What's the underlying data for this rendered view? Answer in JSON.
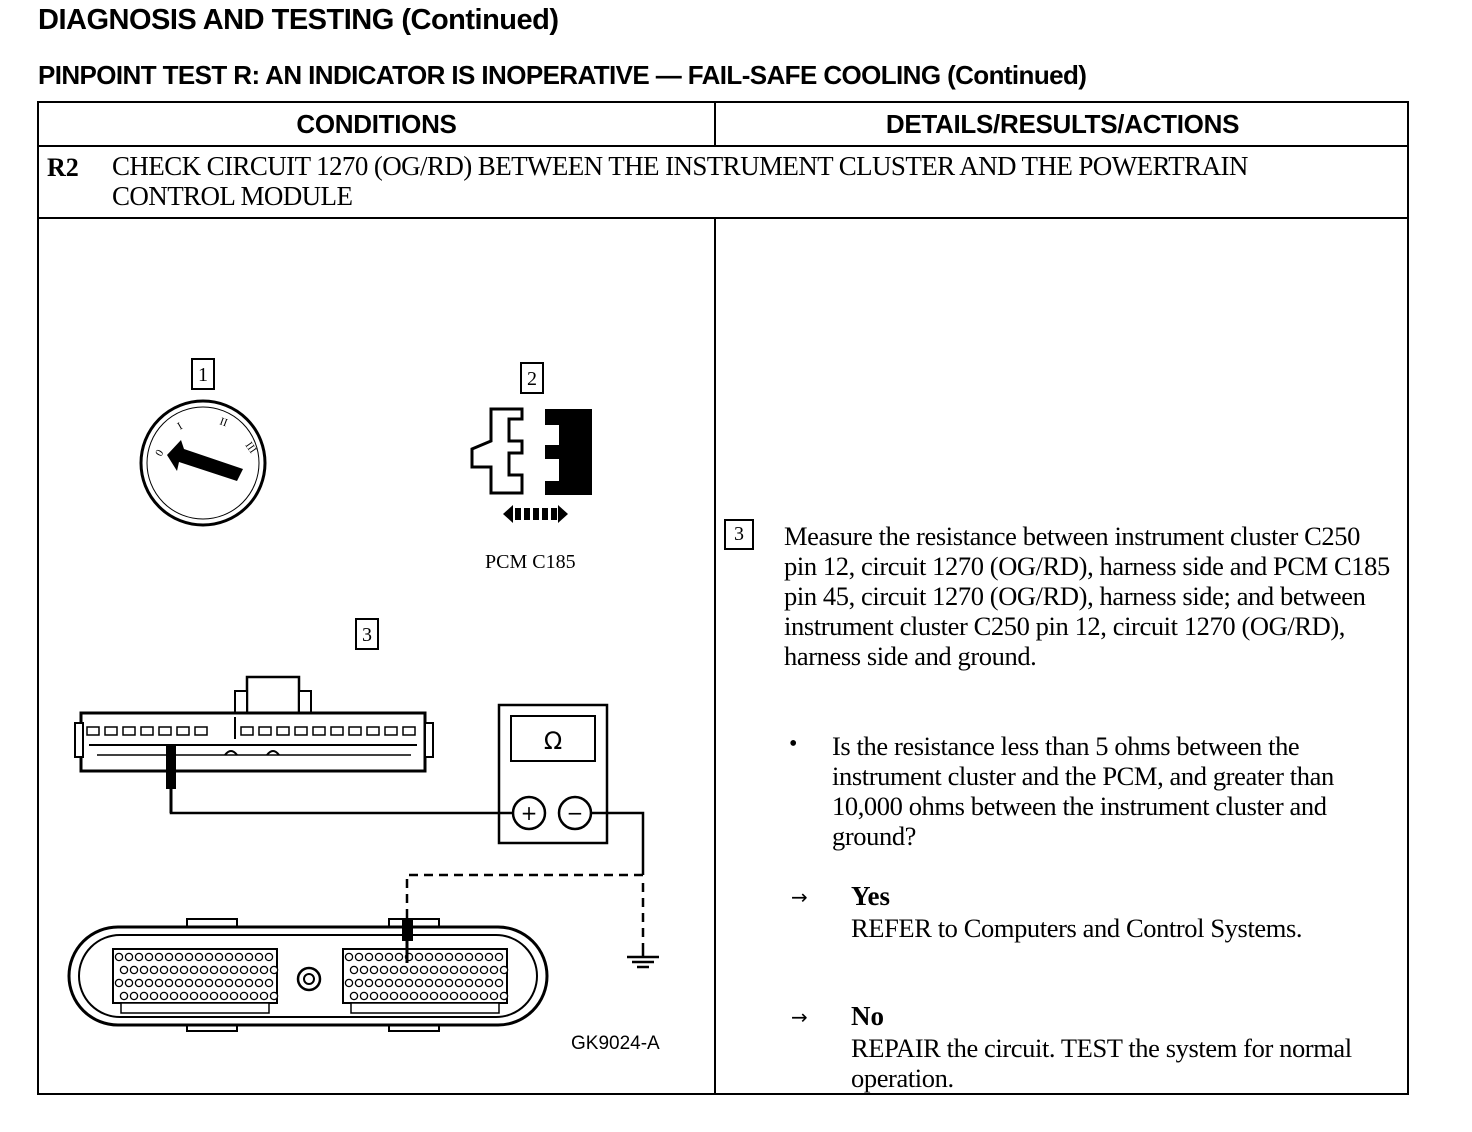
{
  "header": {
    "section_title": "DIAGNOSIS AND TESTING (Continued)",
    "test_title": "PINPOINT TEST R:  AN INDICATOR IS INOPERATIVE — FAIL-SAFE COOLING (Continued)"
  },
  "table": {
    "col_conditions": "CONDITIONS",
    "col_details": "DETAILS/RESULTS/ACTIONS"
  },
  "step": {
    "id": "R2",
    "title": "CHECK CIRCUIT 1270 (OG/RD) BETWEEN THE INSTRUMENT CLUSTER AND THE POWERTRAIN CONTROL MODULE"
  },
  "figure": {
    "callouts": [
      "1",
      "2",
      "3"
    ],
    "ignition_marks": [
      "0",
      "I",
      "II",
      "III"
    ],
    "connector_label": "PCM C185",
    "meter_symbol": "Ω",
    "plus": "+",
    "minus": "−",
    "figure_id": "GK9024-A",
    "icons": [
      "ignition-key-off-icon",
      "disconnect-connector-icon",
      "ohmmeter-icon",
      "ground-symbol-icon"
    ]
  },
  "details": {
    "step_ref": "3",
    "measure": "Measure the resistance between instrument cluster C250 pin 12, circuit 1270 (OG/RD), harness side and PCM C185 pin 45, circuit 1270 (OG/RD), harness side; and between instrument cluster C250 pin 12, circuit 1270 (OG/RD), harness side and ground.",
    "bullet": "•",
    "question": "Is the resistance less than 5 ohms between the instrument cluster and the PCM, and greater than 10,000 ohms between the instrument cluster and ground?",
    "arrow": "→",
    "yes_label": "Yes",
    "yes_action": "REFER to Computers and Control Systems.",
    "no_label": "No",
    "no_action": "REPAIR the circuit. TEST the system for normal operation."
  }
}
